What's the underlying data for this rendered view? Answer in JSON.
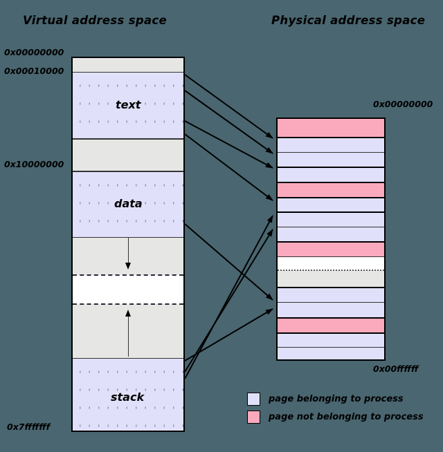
{
  "diagram": {
    "background_color": "#4a6670",
    "colors": {
      "page_belonging": "#e0e0fa",
      "page_not_belonging": "#fbaabd",
      "unmapped_gray": "#e6e6e4",
      "outline": "#000000"
    }
  },
  "virtual": {
    "title": "Virtual address space",
    "addresses": {
      "top": "0x00000000",
      "text_start": "0x00010000",
      "data_start": "0x10000000",
      "bottom": "0x7fffffff"
    },
    "segments": [
      {
        "name": "reserved-low",
        "label": "",
        "kind": "unmapped"
      },
      {
        "name": "text",
        "label": "text",
        "kind": "mapped"
      },
      {
        "name": "gap-after-text",
        "label": "",
        "kind": "unmapped"
      },
      {
        "name": "data",
        "label": "data",
        "kind": "mapped"
      },
      {
        "name": "heap-growth",
        "label": "",
        "kind": "unmapped",
        "arrow": "down"
      },
      {
        "name": "unused-hole",
        "label": "",
        "kind": "white"
      },
      {
        "name": "stack-growth",
        "label": "",
        "kind": "unmapped",
        "arrow": "up"
      },
      {
        "name": "stack",
        "label": "stack",
        "kind": "mapped"
      }
    ]
  },
  "physical": {
    "title": "Physical address space",
    "addresses": {
      "top": "0x00000000",
      "bottom": "0x00ffffff"
    },
    "frames": [
      {
        "index": 0,
        "kind": "not-belonging"
      },
      {
        "index": 1,
        "kind": "belonging"
      },
      {
        "index": 2,
        "kind": "belonging"
      },
      {
        "index": 3,
        "kind": "belonging"
      },
      {
        "index": 4,
        "kind": "not-belonging"
      },
      {
        "index": 5,
        "kind": "belonging"
      },
      {
        "index": 6,
        "kind": "belonging"
      },
      {
        "index": 7,
        "kind": "belonging"
      },
      {
        "index": 8,
        "kind": "not-belonging"
      },
      {
        "index": 9,
        "kind": "white"
      },
      {
        "index": 10,
        "kind": "gray"
      },
      {
        "index": 11,
        "kind": "belonging"
      },
      {
        "index": 12,
        "kind": "belonging"
      },
      {
        "index": 13,
        "kind": "not-belonging"
      },
      {
        "index": 14,
        "kind": "belonging"
      },
      {
        "index": 15,
        "kind": "belonging"
      }
    ]
  },
  "legend": {
    "items": [
      {
        "swatch": "page_belonging",
        "label": "page belonging to process"
      },
      {
        "swatch": "page_not_belonging",
        "label": "page not belonging to process"
      }
    ]
  },
  "mappings": [
    {
      "from": "text",
      "to_frame": 1
    },
    {
      "from": "text",
      "to_frame": 2
    },
    {
      "from": "text",
      "to_frame": 3
    },
    {
      "from": "data",
      "to_frame": 5
    },
    {
      "from": "data",
      "to_frame": 11
    },
    {
      "from": "stack",
      "to_frame": 6
    },
    {
      "from": "stack",
      "to_frame": 7
    },
    {
      "from": "stack",
      "to_frame": 12
    }
  ]
}
